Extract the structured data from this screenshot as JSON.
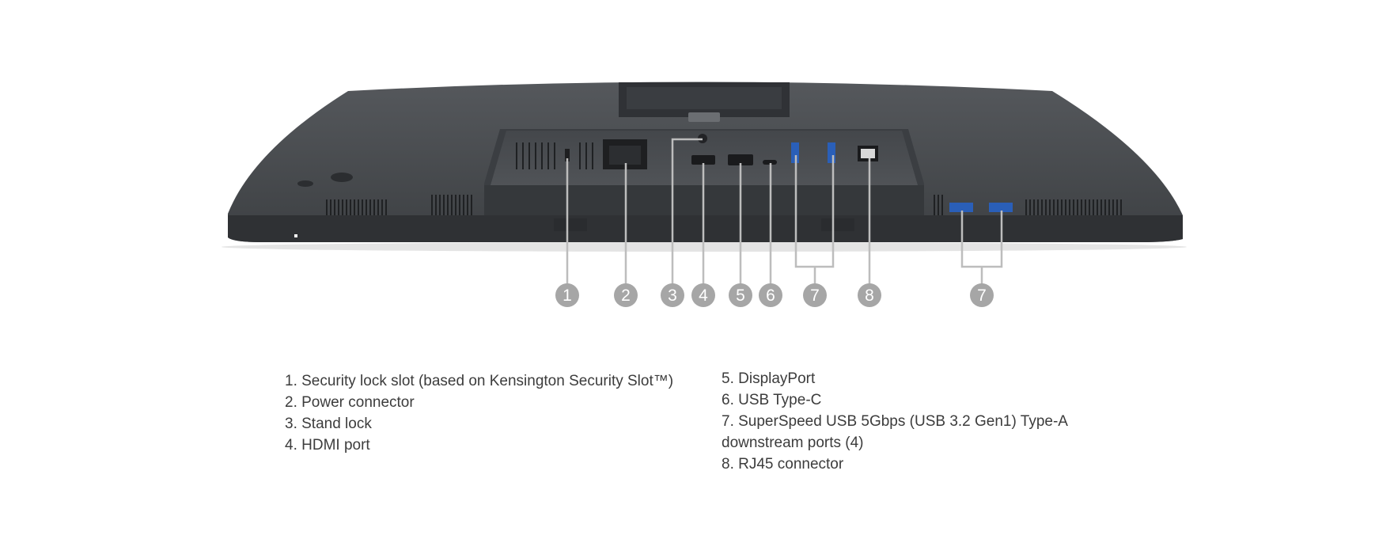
{
  "callouts": [
    "1",
    "2",
    "3",
    "4",
    "5",
    "6",
    "7",
    "8",
    "7"
  ],
  "legend": {
    "left": [
      "1. Security lock slot (based on Kensington Security Slot™)",
      "2. Power connector",
      "3. Stand lock",
      "4. HDMI port"
    ],
    "right": [
      "5. DisplayPort",
      "6. USB Type-C",
      "7. SuperSpeed USB 5Gbps (USB 3.2 Gen1) Type-A downstream ports (4)",
      "8. RJ45 connector"
    ]
  },
  "colors": {
    "monitor_body": "#4a4d51",
    "monitor_edge": "#3a3c3f",
    "callout_circle": "#a6a6a6",
    "leader_line": "#bdbdbd",
    "usb_blue": "#2a5fb8",
    "legend_text": "#3c3c3c"
  }
}
